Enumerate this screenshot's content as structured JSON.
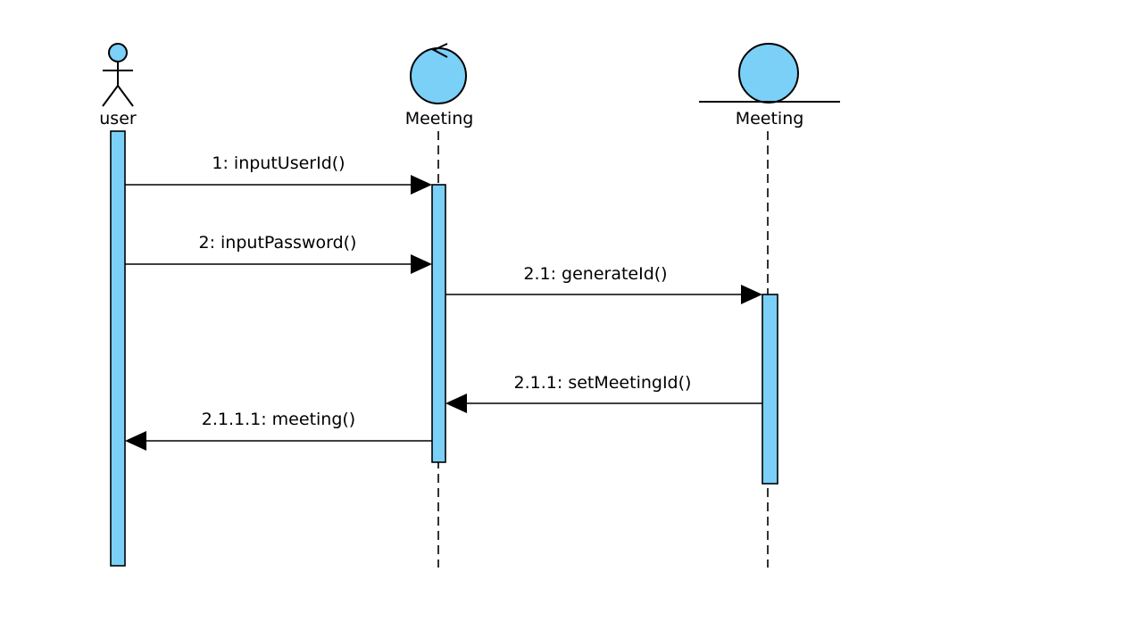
{
  "participants": [
    {
      "id": "user",
      "name": "user",
      "kind": "actor",
      "color": "#7ad0f7"
    },
    {
      "id": "boundary",
      "name": "Meeting",
      "kind": "control",
      "color": "#7ad0f7"
    },
    {
      "id": "entity",
      "name": "Meeting",
      "kind": "entity",
      "color": "#7ad0f7"
    }
  ],
  "messages": [
    {
      "label": "1: inputUserId()",
      "from": "user",
      "to": "boundary",
      "direction": "right"
    },
    {
      "label": "2: inputPassword()",
      "from": "user",
      "to": "boundary",
      "direction": "right"
    },
    {
      "label": "2.1: generateId()",
      "from": "boundary",
      "to": "entity",
      "direction": "right"
    },
    {
      "label": "2.1.1: setMeetingId()",
      "from": "entity",
      "to": "boundary",
      "direction": "left"
    },
    {
      "label": "2.1.1.1: meeting()",
      "from": "boundary",
      "to": "user",
      "direction": "left"
    }
  ]
}
